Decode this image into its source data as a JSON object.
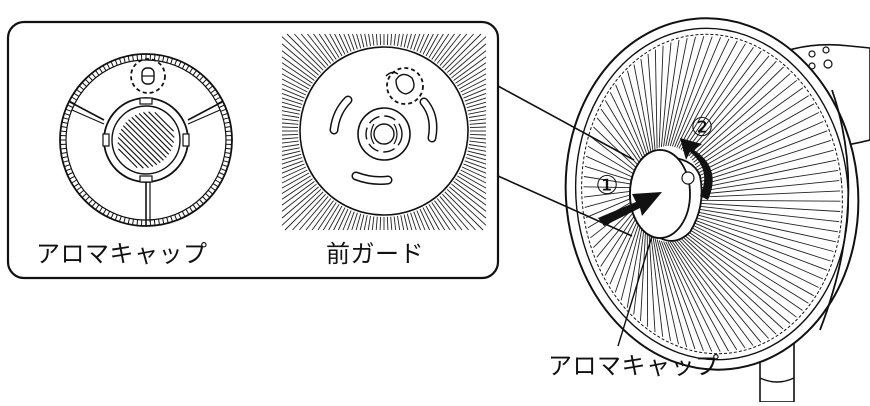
{
  "inset": {
    "left_label": "アロマキャップ",
    "right_label": "前ガード"
  },
  "callouts": {
    "main_label": "アロマキャップ",
    "step1": "①",
    "step2": "②"
  }
}
